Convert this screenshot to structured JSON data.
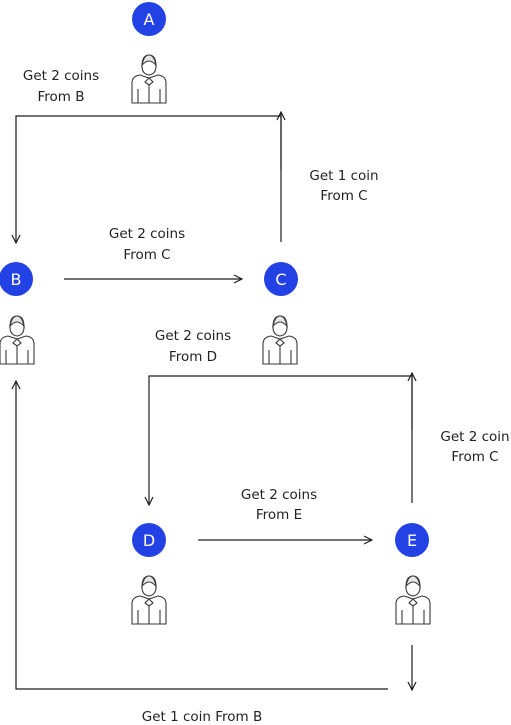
{
  "colors": {
    "node": "#2342e6",
    "line": "#1f1f1f",
    "text": "#222222"
  },
  "nodes": [
    {
      "id": "A",
      "label": "A"
    },
    {
      "id": "B",
      "label": "B"
    },
    {
      "id": "C",
      "label": "C"
    },
    {
      "id": "D",
      "label": "D"
    },
    {
      "id": "E",
      "label": "E"
    }
  ],
  "edges": [
    {
      "from": "C",
      "to": "B",
      "line1": "Get 2 coins",
      "line2": "From B"
    },
    {
      "from": "B",
      "to": "C",
      "line1": "Get 2 coins",
      "line2": "From C"
    },
    {
      "from": "C",
      "to": "A",
      "line1": "Get 1 coin",
      "line2": "From C"
    },
    {
      "from": "E",
      "to": "D",
      "line1": "Get 2 coins",
      "line2": "From D"
    },
    {
      "from": "E",
      "to": "C",
      "line1": "Get 2 coin",
      "line2": "From C"
    },
    {
      "from": "D",
      "to": "E",
      "line1": "Get 2 coins",
      "line2": "From E"
    },
    {
      "from": "E",
      "to": "B",
      "line1": "Get 1 coin From B",
      "line2": ""
    }
  ]
}
